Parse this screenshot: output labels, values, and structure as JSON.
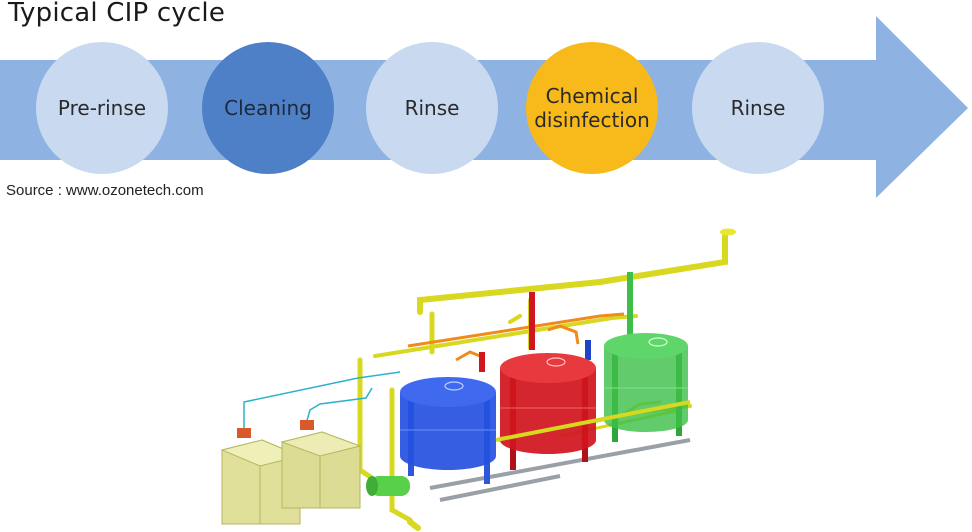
{
  "title": "Typical CIP cycle",
  "stages": [
    {
      "label": "Pre-rinse",
      "color": "#c9daf0",
      "text_color": "#2a2a2a"
    },
    {
      "label": "Cleaning",
      "color": "#4e80c8",
      "text_color": "#1e2a3a"
    },
    {
      "label": "Rinse",
      "color": "#c9daf0",
      "text_color": "#2a2a2a"
    },
    {
      "label": "Chemical disinfection",
      "color": "#f8ba1a",
      "text_color": "#2a2a2a"
    },
    {
      "label": "Rinse",
      "color": "#c9daf0",
      "text_color": "#2a2a2a"
    }
  ],
  "arrow_color": "#8eb3e3",
  "source": "Source : www.ozonetech.com",
  "plant_colors": {
    "tank_blue": "#2450e0",
    "tank_red": "#d0161e",
    "tank_green": "#3fbf4a",
    "containers": "#dcdc88",
    "pipe_yellow": "#d8d820",
    "pipe_orange": "#f08a1c",
    "pump": "#58d04a"
  }
}
